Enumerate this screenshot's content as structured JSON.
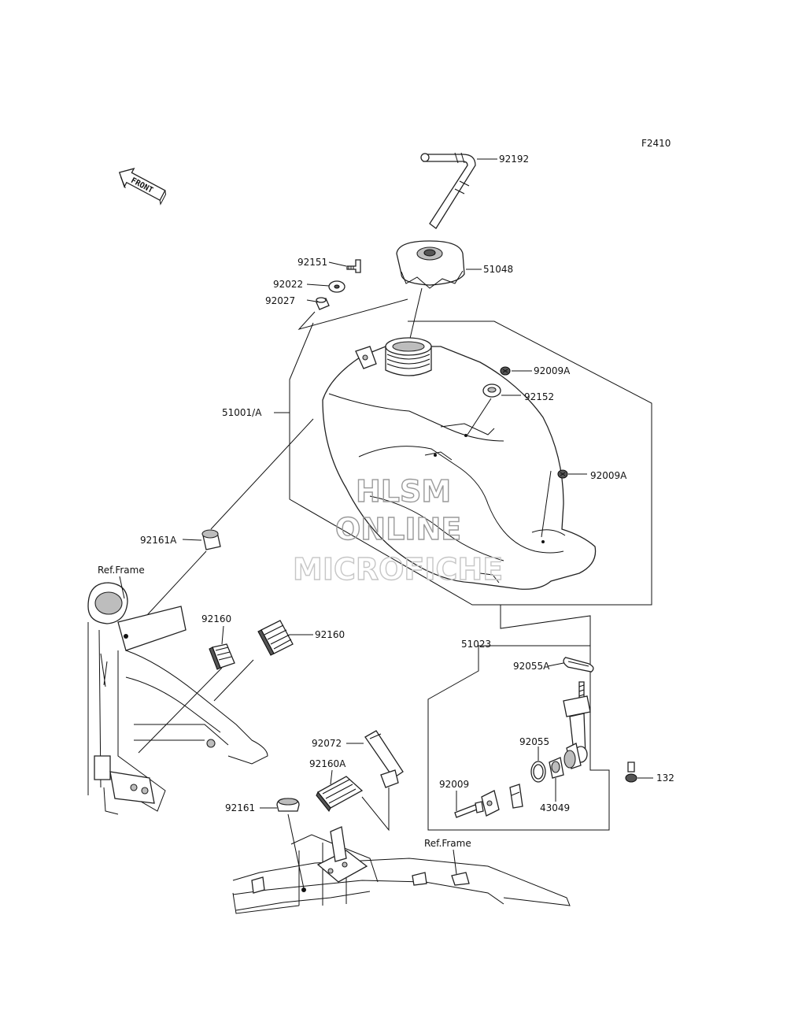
{
  "diagram_code": "F2410",
  "front_arrow": "FRONT",
  "watermark": [
    "HLSM",
    "ONLINE",
    "MICROFICHE"
  ],
  "refs": [
    "Ref.Frame",
    "Ref.Frame"
  ],
  "parts": {
    "p92192": "92192",
    "p51048": "51048",
    "p92151": "92151",
    "p92022": "92022",
    "p92027": "92027",
    "p92009A_1": "92009A",
    "p92152": "92152",
    "p51001A": "51001/A",
    "p92009A_2": "92009A",
    "p92161A": "92161A",
    "p92160_1": "92160",
    "p92160_2": "92160",
    "p51023": "51023",
    "p92055A": "92055A",
    "p92055": "92055",
    "p132": "132",
    "p92009": "92009",
    "p43049": "43049",
    "p92072": "92072",
    "p92160A": "92160A",
    "p92161": "92161"
  }
}
